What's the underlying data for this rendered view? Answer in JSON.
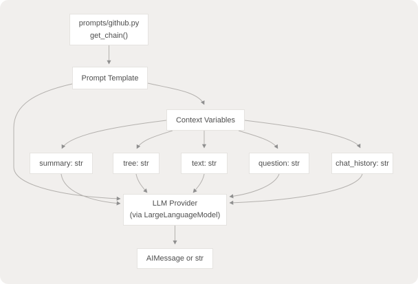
{
  "diagram": {
    "colors": {
      "background": "#f1efed",
      "node_fill": "#ffffff",
      "node_border": "#e5e3e0",
      "text": "#4d4d4d",
      "edge": "#b3b0ad",
      "arrowhead": "#8f8f8f"
    },
    "nodes": {
      "entry": {
        "line1": "prompts/github.py",
        "line2": "get_chain()"
      },
      "prompt_template": {
        "label": "Prompt Template"
      },
      "context_variables": {
        "label": "Context Variables"
      },
      "variables": [
        {
          "label": "summary: str"
        },
        {
          "label": "tree: str"
        },
        {
          "label": "text: str"
        },
        {
          "label": "question: str"
        },
        {
          "label": "chat_history: str"
        }
      ],
      "llm_provider": {
        "line1": "LLM Provider",
        "line2": "(via LargeLanguageModel)"
      },
      "output": {
        "label": "AIMessage or str"
      }
    }
  }
}
